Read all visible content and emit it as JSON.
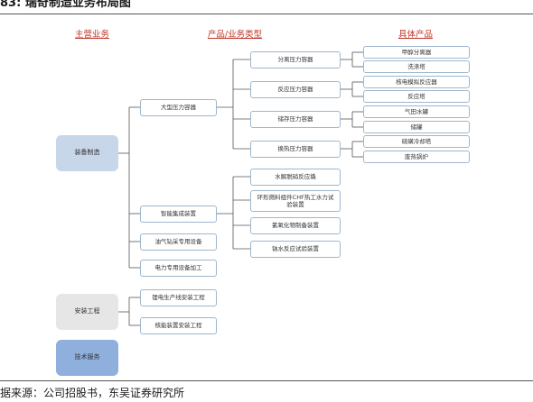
{
  "title": "83: 瑞奇制造业务布局图",
  "headers": {
    "main": "主营业务",
    "products": "产品/业务类型",
    "specific": "具体产品"
  },
  "main_business": [
    {
      "id": "equip",
      "label": "装备制造"
    },
    {
      "id": "install",
      "label": "安装工程"
    },
    {
      "id": "tech",
      "label": "技术服务"
    }
  ],
  "product_types": [
    {
      "id": "vessel",
      "label": "大型压力容器"
    },
    {
      "id": "integ",
      "label": "智能集成装置"
    },
    {
      "id": "oilgas",
      "label": "油气钻采专用设备"
    },
    {
      "id": "power",
      "label": "电力专用设备加工"
    },
    {
      "id": "lithium",
      "label": "锂电生产线安装工程"
    },
    {
      "id": "nuclear",
      "label": "核能装置安装工程"
    }
  ],
  "vessel_types": [
    {
      "id": "sep",
      "label": "分离压力容器"
    },
    {
      "id": "react",
      "label": "反应压力容器"
    },
    {
      "id": "store",
      "label": "储存压力容器"
    },
    {
      "id": "heat",
      "label": "换热压力容器"
    }
  ],
  "integ_items": [
    {
      "id": "i1",
      "label": "水解脱硝反应撬"
    },
    {
      "id": "i2",
      "label": "环形燃料组件CHF热工水力试验装置"
    },
    {
      "id": "i3",
      "label": "氯氧化物制备装置"
    },
    {
      "id": "i4",
      "label": "钠水反应试验装置"
    }
  ],
  "specific_products": [
    {
      "id": "p1",
      "label": "甲醇分离器"
    },
    {
      "id": "p2",
      "label": "洗涤塔"
    },
    {
      "id": "p3",
      "label": "核电模拟反应器"
    },
    {
      "id": "p4",
      "label": "反应塔"
    },
    {
      "id": "p5",
      "label": "气田水罐"
    },
    {
      "id": "p6",
      "label": "储罐"
    },
    {
      "id": "p7",
      "label": "硫磺冷却塔"
    },
    {
      "id": "p8",
      "label": "废热锅炉"
    }
  ],
  "source": "据来源：公司招股书，东吴证券研究所"
}
